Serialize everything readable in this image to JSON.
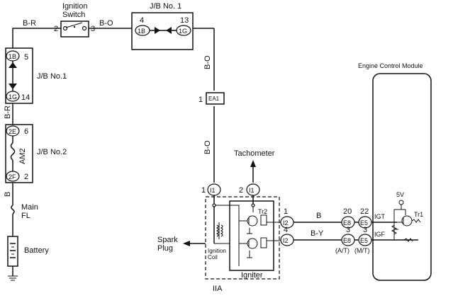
{
  "ignition_switch": {
    "label_line1": "Ignition",
    "label_line2": "Switch",
    "pin_in": "2",
    "pin_out": "3"
  },
  "jb1_top": {
    "label": "J/B No. 1",
    "pin_left_num": "4",
    "pin_left": "1B",
    "pin_right_num": "13",
    "pin_right": "1G"
  },
  "jb1_left": {
    "label": "J/B No.1",
    "pin_top": "1B",
    "pin_top_num": "5",
    "pin_bottom": "1G",
    "pin_bottom_num": "14"
  },
  "jb2_left": {
    "label": "J/B No.2",
    "fuse": "AM2",
    "pin_top": "2E",
    "pin_top_num": "6",
    "pin_bottom": "2F",
    "pin_bottom_num": "2"
  },
  "wires": {
    "br_top": "B-R",
    "bo_top": "B-O",
    "bo_vert1": "B-O",
    "bo_vert2": "B-O",
    "br_left": "B-R",
    "b_left": "B",
    "b_igt": "B",
    "by_igf": "B-Y"
  },
  "fuse_main": {
    "line1": "Main",
    "line2": "FL"
  },
  "battery": {
    "label": "Battery"
  },
  "ea1": {
    "num": "1",
    "label": "EA1"
  },
  "tachometer": {
    "label": "Tachometer"
  },
  "igniter_pins": {
    "i1a_num": "1",
    "i1a": "I1",
    "i1b_num": "2",
    "i1b": "I1",
    "i2a_num": "1",
    "i2a": "I2",
    "i2b_num": "4",
    "i2b": "I2"
  },
  "igniter": {
    "label": "Igniter",
    "tr2": "Tr2",
    "coil_line1": "Ignition",
    "coil_line2": "Coil",
    "module": "IIA"
  },
  "spark_plug": {
    "line1": "Spark",
    "line2": "Plug"
  },
  "ecm": {
    "label": "Engine Control Module",
    "igt": "IGT",
    "igf": "IGF",
    "tr1": "Tr1",
    "voltage": "5V"
  },
  "ecm_pins": {
    "e8_top_num": "20",
    "e8_top": "E8",
    "e5_top_num": "22",
    "e5_top": "E5",
    "e8_bot_num": "3",
    "e8_bot": "E8",
    "e5_bot_num": "3",
    "e5_bot": "E5",
    "at_note": "(A/T)",
    "mt_note": "(M/T)"
  }
}
